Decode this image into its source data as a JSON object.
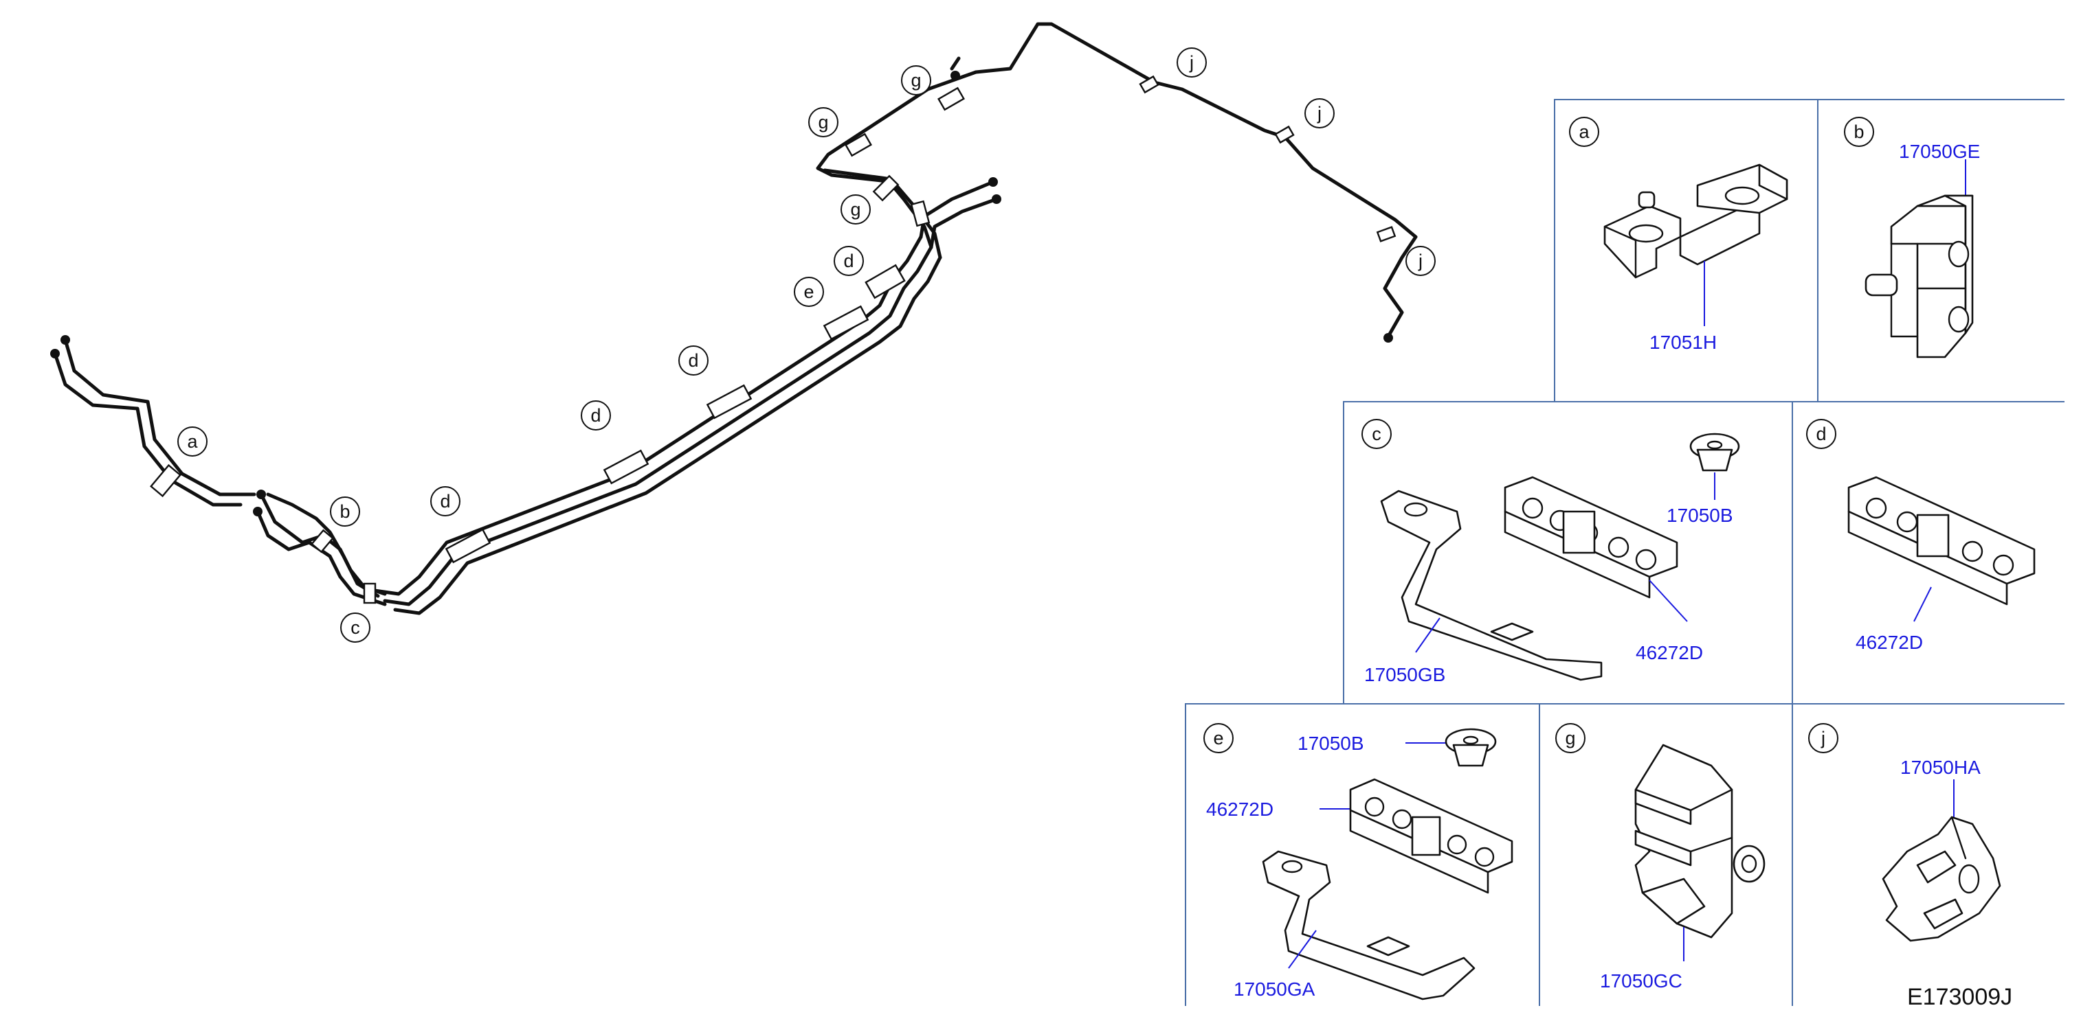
{
  "callouts": {
    "a": "a",
    "b": "b",
    "c": "c",
    "d": "d",
    "e": "e",
    "g": "g",
    "j": "j"
  },
  "panels": {
    "a": {
      "letter": "a",
      "parts": [
        "17051H"
      ]
    },
    "b": {
      "letter": "b",
      "parts": [
        "17050GE"
      ]
    },
    "c": {
      "letter": "c",
      "parts": [
        "17050B",
        "17050GB",
        "46272D"
      ]
    },
    "d": {
      "letter": "d",
      "parts": [
        "46272D"
      ]
    },
    "e": {
      "letter": "e",
      "parts": [
        "17050B",
        "46272D",
        "17050GA"
      ]
    },
    "g": {
      "letter": "g",
      "parts": [
        "17050GC"
      ]
    },
    "j": {
      "letter": "j",
      "parts": [
        "17050HA"
      ]
    }
  },
  "diagram_code": "E173009J",
  "colors": {
    "part_number": "#1a1adf",
    "frame": "#4a6fa8",
    "line": "#111111"
  }
}
